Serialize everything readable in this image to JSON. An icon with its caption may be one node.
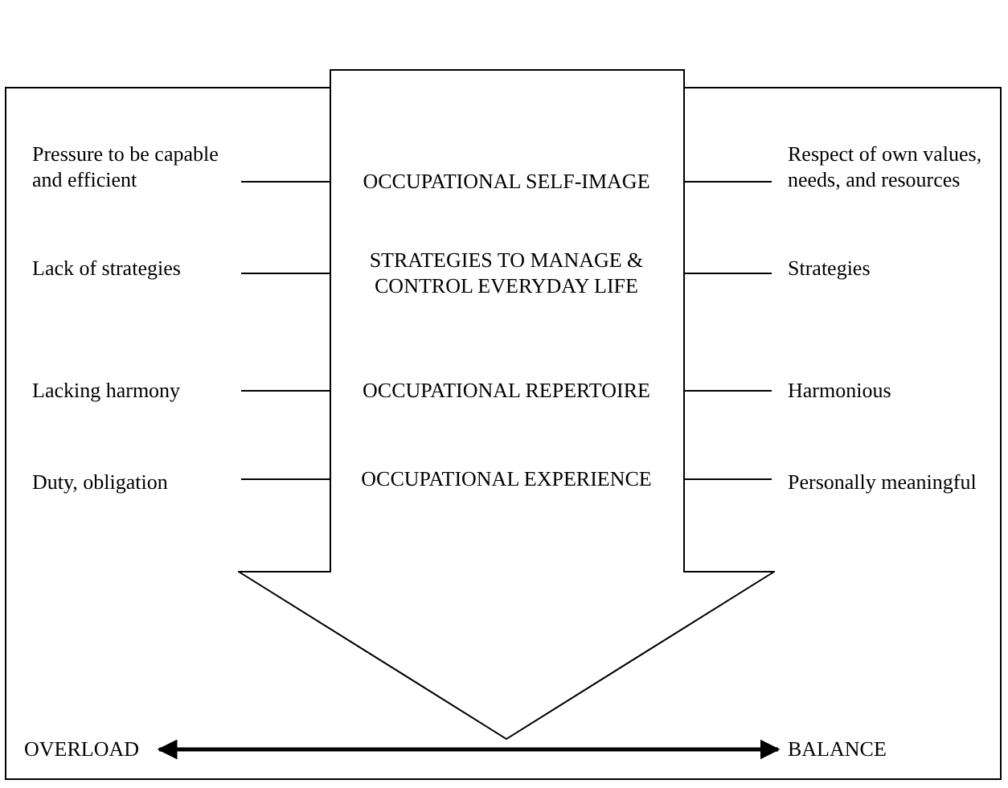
{
  "diagram": {
    "nodes": [
      {
        "text": [],
        "shape": "arrow"
      },
      {
        "text": [
          "OCCUPATIONAL SELF-IMAGE"
        ],
        "in": 0
      },
      {
        "text": [
          "STRATEGIES TO MANAGE & CONTROL EVERYDAY LIFE"
        ],
        "in": 0
      },
      {
        "text": [
          "OCCUPATIONAL REPERTOIRE"
        ],
        "in": 0
      },
      {
        "text": [
          "OCCUPATIONAL EXPERIENCE"
        ],
        "in": 0
      },
      {
        "text": [
          "Pressure to be capable and efficient"
        ]
      },
      {
        "text": [
          "Respect of own values, needs, and resources"
        ]
      },
      {
        "text": [
          "Lack of strategies"
        ]
      },
      {
        "text": [
          "Strategies"
        ]
      },
      {
        "text": [
          "Lacking harmony"
        ]
      },
      {
        "text": [
          "Harmonious"
        ]
      },
      {
        "text": [
          "Duty, obligation"
        ]
      },
      {
        "text": [
          "Personally meaningful"
        ]
      },
      {
        "text": [
          "OVERLOAD"
        ]
      },
      {
        "text": [
          "BALANCE"
        ]
      }
    ],
    "edges": [
      {
        "from": 5,
        "to": 1,
        "arrow": "none"
      },
      {
        "from": 6,
        "to": 1,
        "arrow": "none"
      },
      {
        "from": 7,
        "to": 2,
        "arrow": "none"
      },
      {
        "from": 8,
        "to": 2,
        "arrow": "none"
      },
      {
        "from": 9,
        "to": 3,
        "arrow": "none"
      },
      {
        "from": 10,
        "to": 3,
        "arrow": "none"
      },
      {
        "from": 11,
        "to": 4,
        "arrow": "none"
      },
      {
        "from": 12,
        "to": 4,
        "arrow": "none"
      },
      {
        "from": 13,
        "to": 14,
        "arrow": "both",
        "style": "thick"
      }
    ]
  }
}
